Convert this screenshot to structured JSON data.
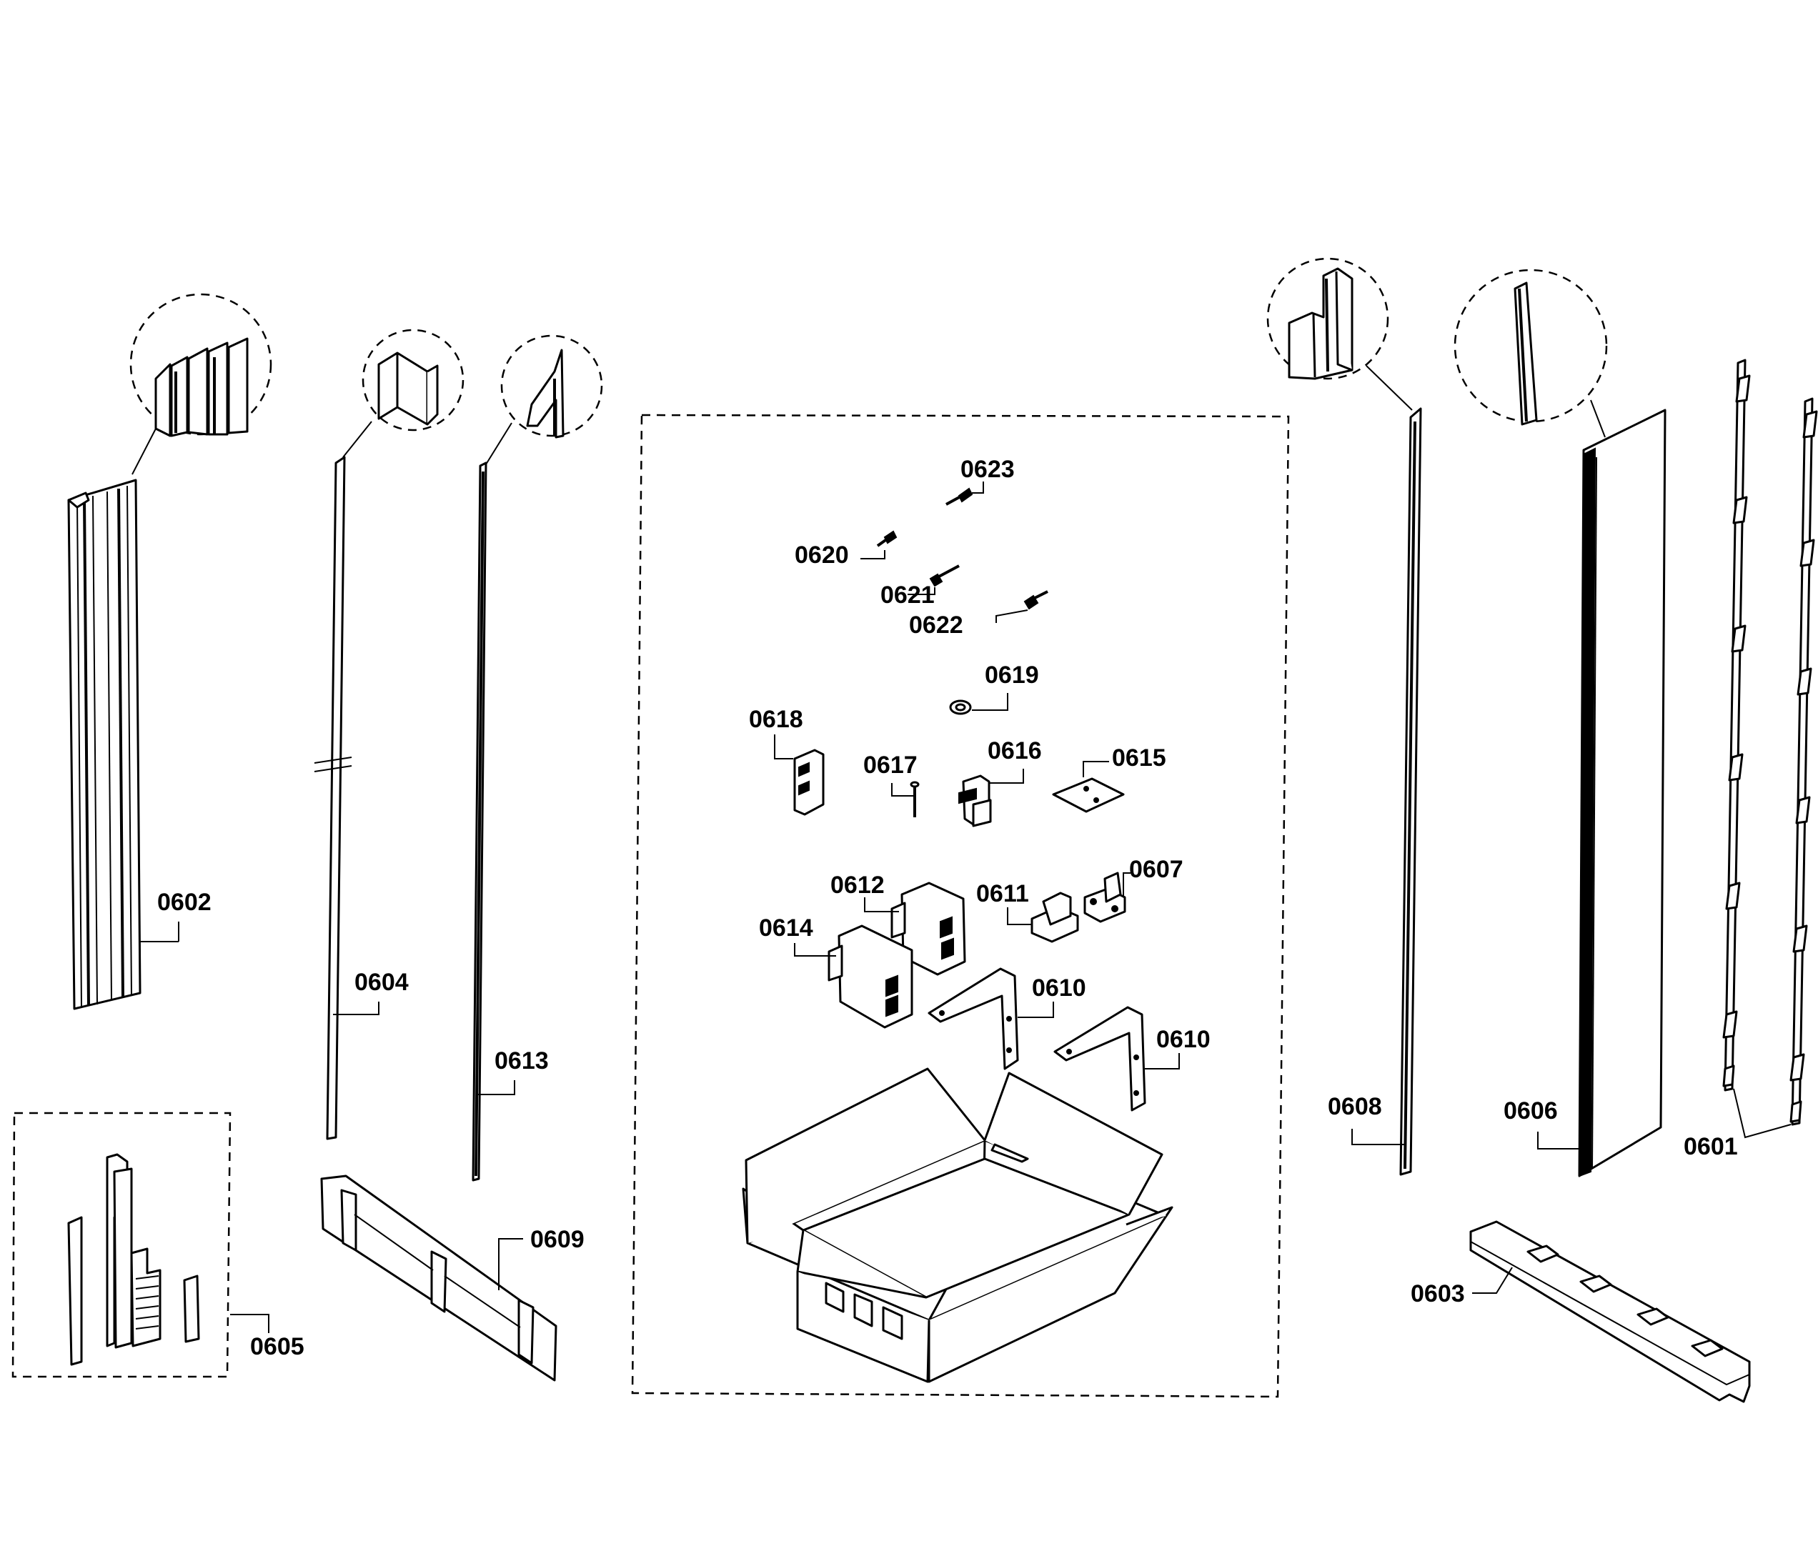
{
  "labels": {
    "p0601": "0601",
    "p0602": "0602",
    "p0603": "0603",
    "p0604": "0604",
    "p0605": "0605",
    "p0606": "0606",
    "p0607": "0607",
    "p0608": "0608",
    "p0609": "0609",
    "p0610a": "0610",
    "p0610b": "0610",
    "p0611": "0611",
    "p0612": "0612",
    "p0613": "0613",
    "p0614": "0614",
    "p0615": "0615",
    "p0616": "0616",
    "p0617": "0617",
    "p0618": "0618",
    "p0619": "0619",
    "p0620": "0620",
    "p0621": "0621",
    "p0622": "0622",
    "p0623": "0623"
  }
}
